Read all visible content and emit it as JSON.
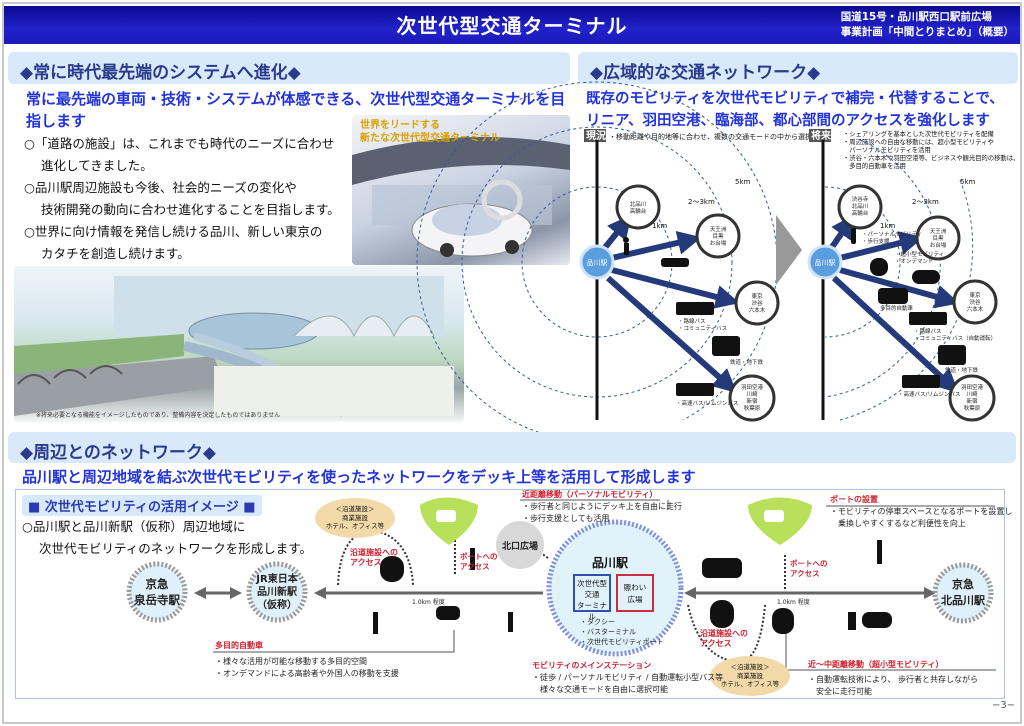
{
  "header": {
    "title": "次世代型交通ターミナル",
    "subtitle_line1": "国道15号・品川駅西口駅前広場",
    "subtitle_line2": "事業計画「中間とりまとめ」（概要）"
  },
  "section1": {
    "heading": "◆常に時代最先端のシステムへ進化◆",
    "lead": "常に最先端の車両・技術・システムが体感できる、次世代型交通ターミナルを目指します",
    "bullets": [
      {
        "l1": "○「道路の施設」は、これまでも時代のニーズに合わせ",
        "l2": "進化してきました。"
      },
      {
        "l1": "○品川駅周辺施設も今後、社会的ニーズの変化や",
        "l2": "技術開発の動向に合わせ進化することを目指します。"
      },
      {
        "l1": "○世界に向け情報を発信し続ける品川、新しい東京の",
        "l2": "カタチを創造し続けます。"
      }
    ],
    "photo_caption_1": "世界をリードする",
    "photo_caption_2": "新たな次世代型交通ターミナル",
    "photo_note": "※将来必要となる機能をイメージしたものであり、整備内容を決定したものではありません"
  },
  "section2": {
    "heading": "◆広域的な交通ネットワーク◆",
    "lead_l1": "既存のモビリティを次世代モビリティで補完・代替することで、",
    "lead_l2": "リニア、羽田空港、臨海部、都心部間のアクセスを強化します",
    "current": {
      "badge": "現況",
      "note": "・移動距離や目的地等に合わせ、複数の交通モードの中から選択",
      "station": "品川駅",
      "d1": "1km",
      "d2": "2〜3km",
      "d3": "5km",
      "dest": [
        [
          "北品川",
          "高輪台"
        ],
        [
          "天王洲",
          "目黒",
          "お台場"
        ],
        [
          "東京",
          "渋谷",
          "六本木"
        ],
        [
          "羽田空港",
          "川崎",
          "新宿",
          "秋葉原"
        ]
      ],
      "labels": {
        "bus1": "・路線バス",
        "bus2": "・コミュニティバス",
        "rail": "鉄道・地下鉄",
        "hbus": "・高速バス/リムジンバス"
      }
    },
    "future": {
      "badge": "将来",
      "notes": [
        "・シェアリングを基本とした次世代モビリティを配備",
        "・周辺施設への自由な移動には、超小型モビリティや",
        "　パーソナルモビリティを活用",
        "・渋谷・六本木や羽田空港等、ビジネスや観光目的の移動は、",
        "　多目的自動車を活用"
      ],
      "station": "品川駅",
      "d1": "1km",
      "d2": "2〜3km",
      "d3": "5km",
      "dest": [
        [
          "渋谷寺",
          "北品川",
          "高輪台"
        ],
        [
          "天王洲",
          "目黒",
          "お台場"
        ],
        [
          "東京",
          "渋谷",
          "六本木"
        ],
        [
          "羽田空港",
          "川崎",
          "新宿",
          "秋葉原"
        ]
      ],
      "labels": {
        "pm1": "・パーソナルモビリティ",
        "pm2": "・歩行支援",
        "ultra1": "・超小型モビリティ",
        "ultra2": "・オンデマンド",
        "multi": "多目的自動車",
        "bus1": "・路線バス",
        "bus2": "・コミュニティバス（自動運転）",
        "rail": "鉄道・地下鉄",
        "hbus": "・高速バス/リムジンバス"
      }
    }
  },
  "section3": {
    "heading": "◆周辺とのネットワーク◆",
    "lead": "品川駅と周辺地域を結ぶ次世代モビリティを使ったネットワークをデッキ上等を活用して形成します",
    "image_label": "■ 次世代モビリティの活用イメージ ■",
    "desc_l1": "○品川駅と品川新駅（仮称）周辺地域に",
    "desc_l2": "次世代モビリティのネットワークを形成します。",
    "stations": {
      "sengakuji_l1": "京急",
      "sengakuji_l2": "泉岳寺駅",
      "new_l1": "JR東日本",
      "new_l2": "品川新駅",
      "new_l3": "（仮称）",
      "kita_l1": "京急",
      "kita_l2": "北品川駅",
      "north_plaza": "北口広場",
      "main": "品川駅",
      "terminal_l1": "次世代型",
      "terminal_l2": "交通",
      "terminal_l3": "ターミナル",
      "plaza_l1": "賑わい",
      "plaza_l2": "広場"
    },
    "main_list": [
      "・タクシー",
      "・バスターミナル",
      "・次世代モビリティポート"
    ],
    "distance": "1.0km 程度",
    "roadside_facility": {
      "l1": "＜沿道施設＞",
      "l2": "商業施設",
      "l3": "ホテル、オフィス等"
    },
    "access_roadside_l1": "沿道施設への",
    "access_roadside_l2": "アクセス",
    "access_port_l1": "ポートへの",
    "access_port_l2": "アクセス",
    "callouts": {
      "personal": {
        "title": "近距離移動（パーソナルモビリティ）",
        "items": [
          "・歩行者と同じようにデッキ上を自由に走行",
          "・歩行支援としても活用"
        ]
      },
      "port": {
        "title": "ポートの設置",
        "items": [
          "・モビリティの停車スペースとなるポートを設置し",
          "　乗換しやすくするなど利便性を向上"
        ]
      },
      "multi": {
        "title": "多目的自動車",
        "items": [
          "・様々な活用が可能な移動する多目的空間",
          "・オンデマンドによる高齢者や外国人の移動を支援"
        ]
      },
      "main": {
        "title": "モビリティのメインステーション",
        "items": [
          "・徒歩 / パーソナルモビリティ / 自動運転小型バス等",
          "　様々な交通モードを自由に選択可能"
        ]
      },
      "ultra": {
        "title": "近〜中距離移動（超小型モビリティ）",
        "items": [
          "・自動運転技術により、 歩行者と共存しながら",
          "　安全に走行可能"
        ]
      }
    }
  },
  "page_number": "−3−",
  "colors": {
    "header": "#1a1ab8",
    "accent_blue": "#2233dd",
    "section_bg": "#d8e9fb",
    "red": "#d02030",
    "arrow": "#243a7a",
    "port_green": "#b8e05a",
    "facility_peach": "#f2d9a8"
  }
}
